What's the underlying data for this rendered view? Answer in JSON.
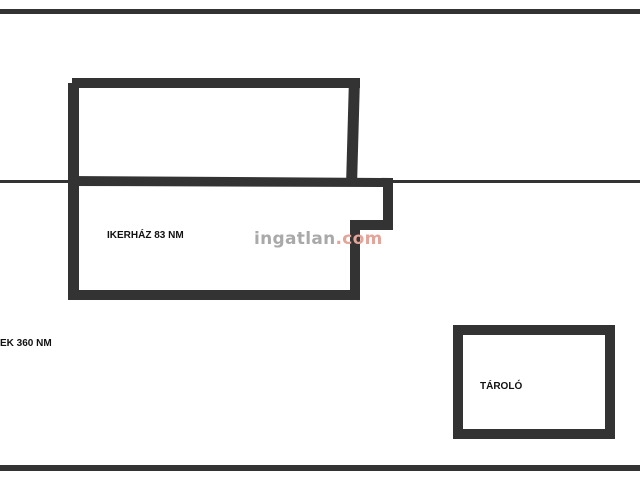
{
  "plan": {
    "plot_label": "EK 360 NM",
    "house_label": "IKERHÁZ 83 NM",
    "storage_label": "TÁROLÓ",
    "watermark": {
      "part1": "ingatlan",
      "part2": ".com"
    }
  },
  "colors": {
    "wall": "#333333",
    "background": "#ffffff",
    "watermark_gray": "#a9a9a9",
    "watermark_accent": "#e3a49a"
  }
}
